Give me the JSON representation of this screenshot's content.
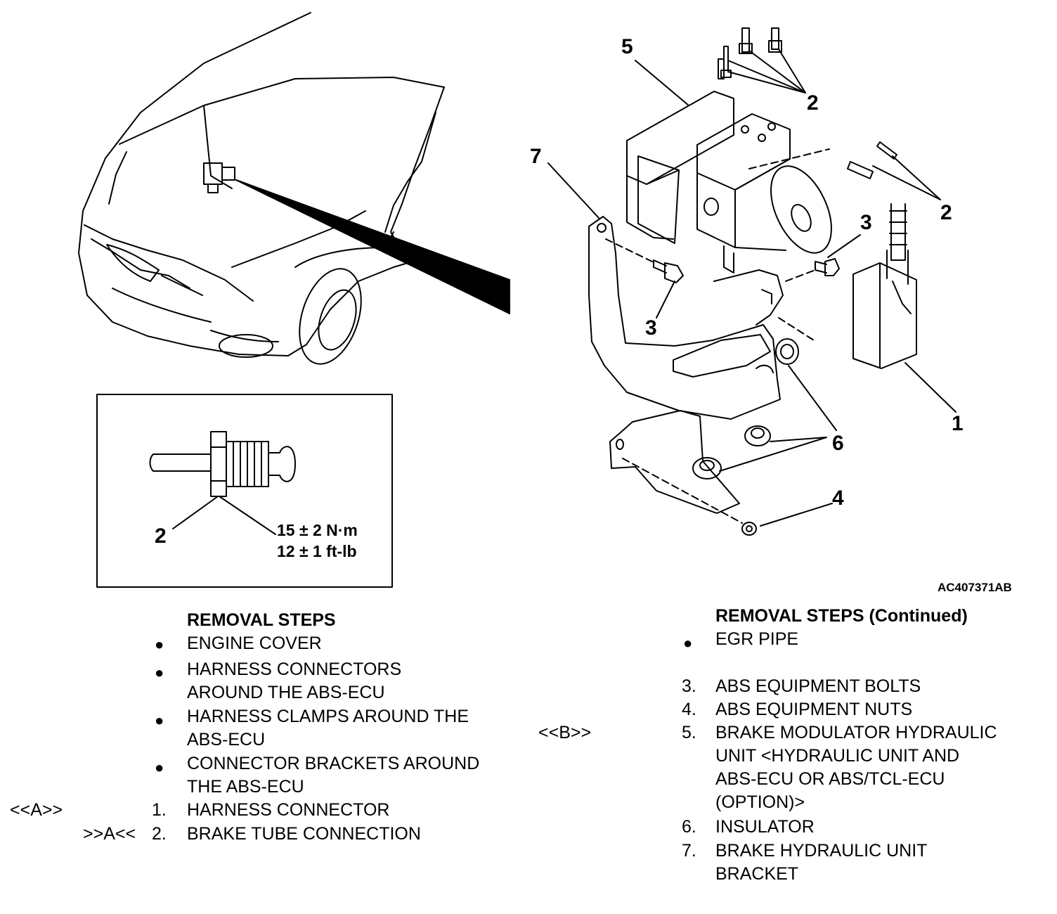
{
  "figure": {
    "id": "AC407371AB",
    "callouts": [
      "1",
      "2",
      "3",
      "4",
      "5",
      "6",
      "7"
    ],
    "torque": {
      "metric": "15 ± 2 N·m",
      "imperial": "12 ± 1 ft-lb"
    }
  },
  "left_steps": {
    "heading": "REMOVAL STEPS",
    "bullets": [
      {
        "lines": [
          "ENGINE COVER"
        ]
      },
      {
        "lines": [
          "HARNESS CONNECTORS",
          "AROUND THE ABS-ECU"
        ]
      },
      {
        "lines": [
          "HARNESS CLAMPS AROUND THE",
          "ABS-ECU"
        ]
      },
      {
        "lines": [
          "CONNECTOR BRACKETS AROUND",
          "THE ABS-ECU"
        ]
      }
    ],
    "numbered": [
      {
        "tag": "<<A>>",
        "num": "1.",
        "text": "HARNESS CONNECTOR"
      },
      {
        "tag": ">>A<<",
        "num": "2.",
        "text": "BRAKE TUBE CONNECTION"
      }
    ]
  },
  "right_steps": {
    "heading": "REMOVAL STEPS (Continued)",
    "bullets": [
      {
        "lines": [
          "EGR PIPE"
        ]
      }
    ],
    "numbered": [
      {
        "tag": "",
        "num": "3.",
        "lines": [
          "ABS EQUIPMENT BOLTS"
        ]
      },
      {
        "tag": "",
        "num": "4.",
        "lines": [
          "ABS EQUIPMENT NUTS"
        ]
      },
      {
        "tag": "<<B>>",
        "num": "5.",
        "lines": [
          "BRAKE MODULATOR HYDRAULIC",
          "UNIT <HYDRAULIC UNIT AND",
          "ABS-ECU OR ABS/TCL-ECU",
          "(OPTION)>"
        ]
      },
      {
        "tag": "",
        "num": "6.",
        "lines": [
          "INSULATOR"
        ]
      },
      {
        "tag": "",
        "num": "7.",
        "lines": [
          "BRAKE HYDRAULIC UNIT",
          "BRACKET"
        ]
      }
    ]
  }
}
